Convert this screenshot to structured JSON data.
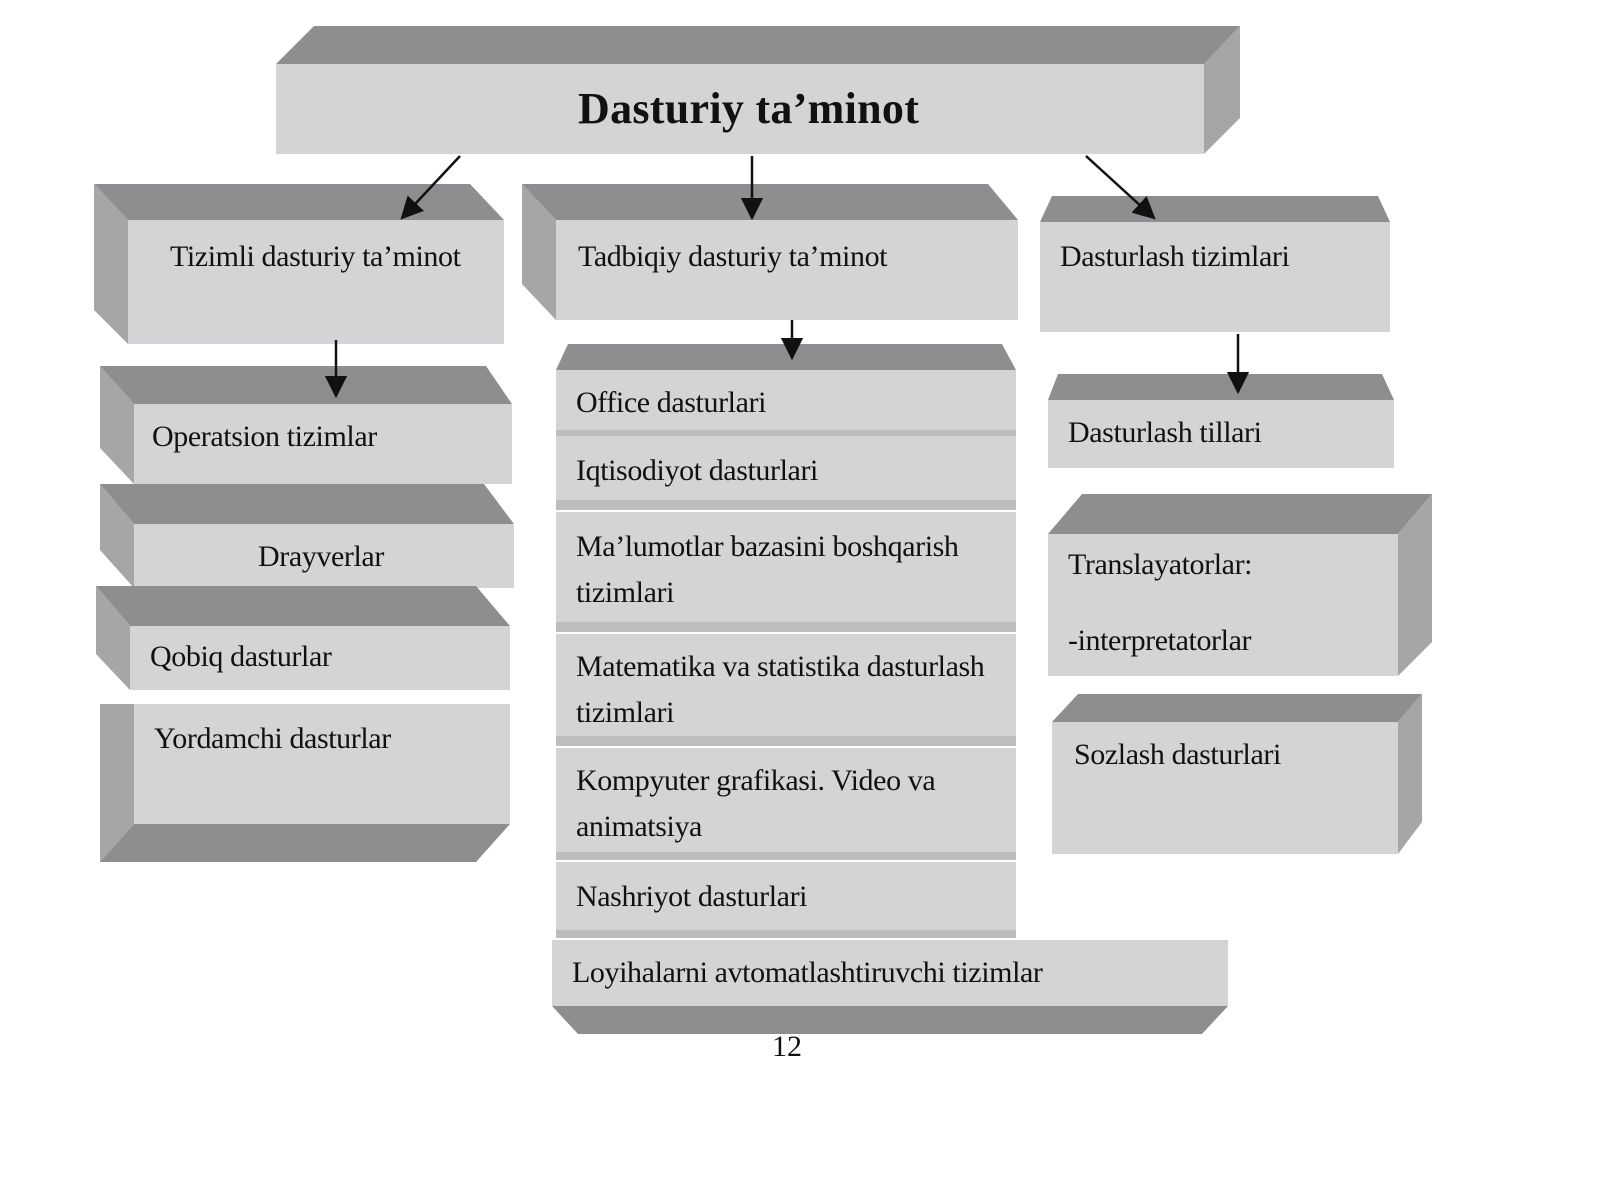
{
  "diagram": {
    "root": "Dasturiy ta’minot",
    "categories": {
      "system": {
        "title": "Tizimli dasturiy ta’minot",
        "items": [
          "Operatsion tizimlar",
          "Drayverlar",
          "Qobiq dasturlar",
          "Yordamchi dasturlar"
        ]
      },
      "applied": {
        "title": "Tadbiqiy dasturiy ta’minot",
        "items": [
          "Office dasturlari",
          "Iqtisodiyot dasturlari",
          "Ma’lumotlar bazasini boshqarish tizimlari",
          "Matematika va statistika dasturlash tizimlari",
          "Kompyuter grafikasi. Video va animatsiya",
          "Nashriyot dasturlari",
          "Loyihalarni avtomatlashtiruvchi tizimlar"
        ]
      },
      "programming": {
        "title": "Dasturlash tizimlari",
        "items": [
          "Dasturlash tillari",
          "Translayatorlar:",
          "-interpretatorlar",
          "Sozlash dasturlari"
        ]
      }
    },
    "colors": {
      "face": "#d4d4d6",
      "side": "#a6a6a8",
      "top": "#8e8e90",
      "arrow": "#111111"
    }
  },
  "page_number": "12"
}
